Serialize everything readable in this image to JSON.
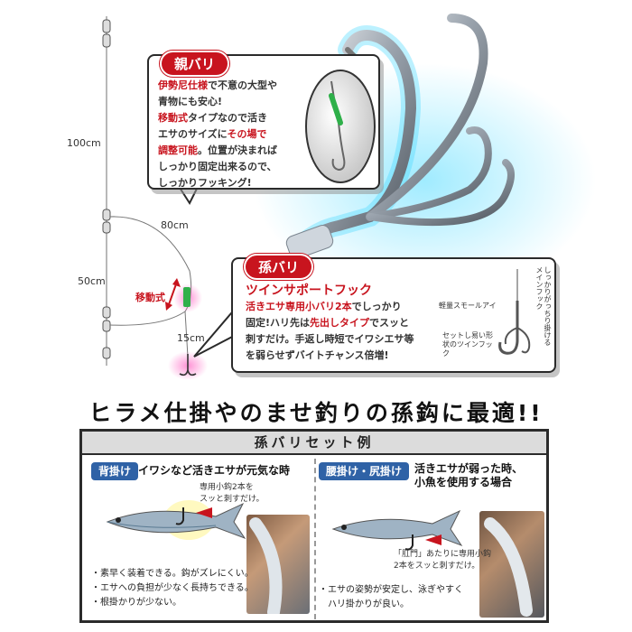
{
  "diagram": {
    "length_100": "100cm",
    "length_80": "80cm",
    "length_50": "50cm",
    "length_15": "15cm",
    "movable_label": "移動式"
  },
  "oya_bari": {
    "title": "親バリ",
    "lines": [
      [
        {
          "t": "伊勢尼仕様",
          "red": true
        },
        {
          "t": "で不意の大型や",
          "red": false
        }
      ],
      [
        {
          "t": "青物にも安心!",
          "red": false
        }
      ],
      [
        {
          "t": "移動式",
          "red": true
        },
        {
          "t": "タイプなので活き",
          "red": false
        }
      ],
      [
        {
          "t": "エサのサイズに",
          "red": false
        },
        {
          "t": "その場で",
          "red": true
        }
      ],
      [
        {
          "t": "調整可能",
          "red": true
        },
        {
          "t": "。位置が決まれば",
          "red": false
        }
      ],
      [
        {
          "t": "しっかり固定出来るので、",
          "red": false
        }
      ],
      [
        {
          "t": "しっかりフッキング!",
          "red": false
        }
      ]
    ]
  },
  "mago_bari": {
    "title": "孫バリ",
    "subtitle": "ツインサポートフック",
    "lines": [
      [
        {
          "t": "活きエサ専用小バリ2本",
          "red": true
        },
        {
          "t": "でしっかり",
          "red": false
        }
      ],
      [
        {
          "t": "固定!ハリ先は",
          "red": false
        },
        {
          "t": "先出しタイプ",
          "red": true
        },
        {
          "t": "でスッと",
          "red": false
        }
      ],
      [
        {
          "t": "刺すだけ。手返し時短でイワシエサ等",
          "red": false
        }
      ],
      [
        {
          "t": "を弱らせずバイトチャンス倍増!",
          "red": false
        }
      ]
    ],
    "label_eye": "軽量スモールアイ",
    "label_main": "しっかりがっちり掛けるメインフック",
    "label_twin": "セットし易い形状のツインフック"
  },
  "headline": "ヒラメ仕掛やのませ釣りの孫鈎に最適!!",
  "example": {
    "header": "孫バリセット例",
    "left": {
      "tag": "背掛け",
      "title": "イワシなど活きエサが元気な時",
      "note": [
        "専用小鈎2本を",
        "スッと刺すだけ。"
      ],
      "bullets": [
        "・素早く装着できる。鈎がズレにくい。",
        "・エサへの負担が少なく長持ちできる。",
        "・根掛かりが少ない。"
      ]
    },
    "right": {
      "tag": "腰掛け・尻掛け",
      "title": [
        "活きエサが弱った時、",
        "小魚を使用する場合"
      ],
      "note": [
        "「肛門」あたりに専用小鈎",
        "2本をスッと刺すだけ。"
      ],
      "bullets": [
        "・エサの姿勢が安定し、泳ぎやすく",
        "ハリ掛かりが良い。"
      ]
    }
  },
  "colors": {
    "accent_red": "#c8141e",
    "tag_blue": "#2f62a6",
    "glow": "#3fd7ff"
  }
}
